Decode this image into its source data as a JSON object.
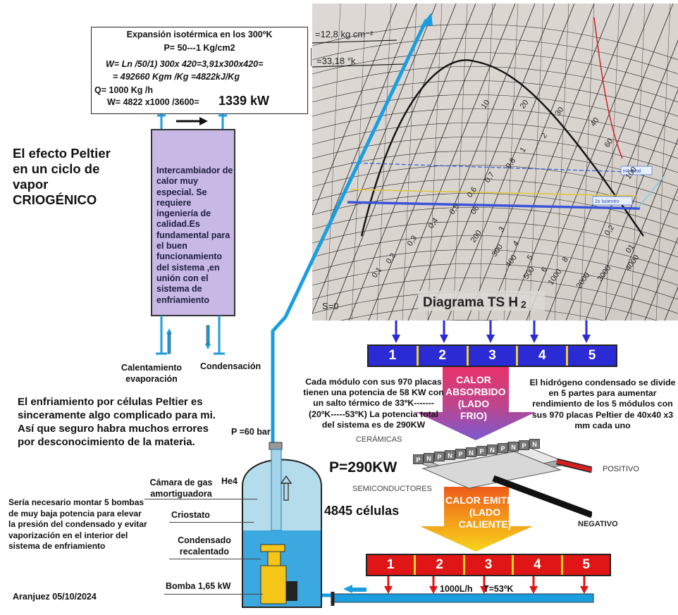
{
  "formula_box": {
    "title": "Expansión isotérmica en los 300ºK",
    "pressure": "P= 50---1 Kg/cm2",
    "work_line1": "W= Ln /50/1) 300x 420=3,91x300x420=",
    "work_line2": "= 492660 Kgm /Kg =4822kJ/Kg",
    "flow": "Q= 1000 Kg /h",
    "power_prefix": "W= 4822 x1000 /3600=",
    "power_value": "1339 kW"
  },
  "title_block": {
    "line1": "El efecto Peltier",
    "line2": "en un ciclo de",
    "line3": "vapor",
    "line4": "CRIOGÉNICO"
  },
  "exchanger": {
    "text": "Intercambiador de calor muy especial. Se requiere ingeniería de calidad.Es fundamental para el buen funcionamiento del sistema ,en unión con el sistema de enfriamiento"
  },
  "exchanger_labels": {
    "left": "Calentamiento evaporación",
    "right": "Condensación"
  },
  "notes": {
    "peltier_note": "El enfriamiento por células Peltier es sinceramente algo complicado para mi. Así que seguro habra muchos errores por desconocimiento de la materia.",
    "pump_note": "Sería necesario montar 5 bombas de muy baja potencia para elevar la presión del condensado y evitar vaporización en el interior del sistema de enfriamiento",
    "date": "Aranjuez 05/10/2024"
  },
  "cryostat": {
    "pressure": "P =60 bar",
    "gas_chamber": "Cámara de gas amortiguadora",
    "gas": "He4",
    "cryostat": "Criostato",
    "condensate": "Condensado recalentado",
    "pump": "Bomba 1,65 kW"
  },
  "ts_diagram": {
    "title": "Diagrama TS H",
    "subscript": "2",
    "readout_pressure": "=12,8 kg cm⁻²",
    "readout_temp": "=33,18 °k",
    "axis_s": "S=0",
    "tag_hi": "H4 Real",
    "tag_lo": "2x Isóentro",
    "scale_labels": [
      "0,1",
      "0,2",
      "0,3",
      "0,4",
      "0,5",
      "0,6",
      "0,7",
      "0,8",
      "1",
      "2",
      "3",
      "4",
      "5",
      "6",
      "8",
      "10",
      "20",
      "30",
      "40",
      "60",
      "100",
      "200",
      "300",
      "400",
      "500",
      "1000",
      "2000",
      "3000",
      "4000",
      "06",
      "0,2",
      "01"
    ]
  },
  "cold_bar": {
    "cells": [
      "1",
      "2",
      "3",
      "4",
      "5"
    ]
  },
  "hot_bar": {
    "cells": [
      "1",
      "2",
      "3",
      "4",
      "5"
    ]
  },
  "peltier": {
    "heat_absorbed": "CALOR ABSORBIDO (LADO FRIO)",
    "heat_emitted": "CALOR EMITIDO (LADO CALIENTE)",
    "ceramics": "CERÁMICAS",
    "semiconductors": "SEMICONDUCTORES",
    "positive": "POSITIVO",
    "negative": "NEGATIVO",
    "power": "P=290KW",
    "cells": "4845 células",
    "module_text": "Cada módulo con sus 970 placas tienen una potencia de 58 KW con un salto térmico de 33ºK-------(20ºK-----53ºK) La potencia total del sistema es de 290KW",
    "split_text": "El hidrógeno condensado se divide en 5 partes para aumentar rendimiento de los 5 módulos con sus 970 placas Peltier de 40x40 x3 mm cada uno",
    "pn_letters": [
      "P",
      "N",
      "P",
      "N",
      "P",
      "N",
      "P",
      "N",
      "P",
      "N",
      "P",
      "N"
    ]
  },
  "bottom_pipe": {
    "flow": "1000L/h",
    "temperature": "T=53ºK"
  },
  "colors": {
    "pipe_blue": "#1b9ee0",
    "bar_blue": "#2b2bd6",
    "bar_red": "#e01616",
    "divider_yellow": "#f0d21e",
    "exchanger_fill": "#c7b8e6",
    "pump_yellow": "#f5c518",
    "tank_light": "#b5dcea",
    "tank_dark": "#3ba9e0"
  }
}
